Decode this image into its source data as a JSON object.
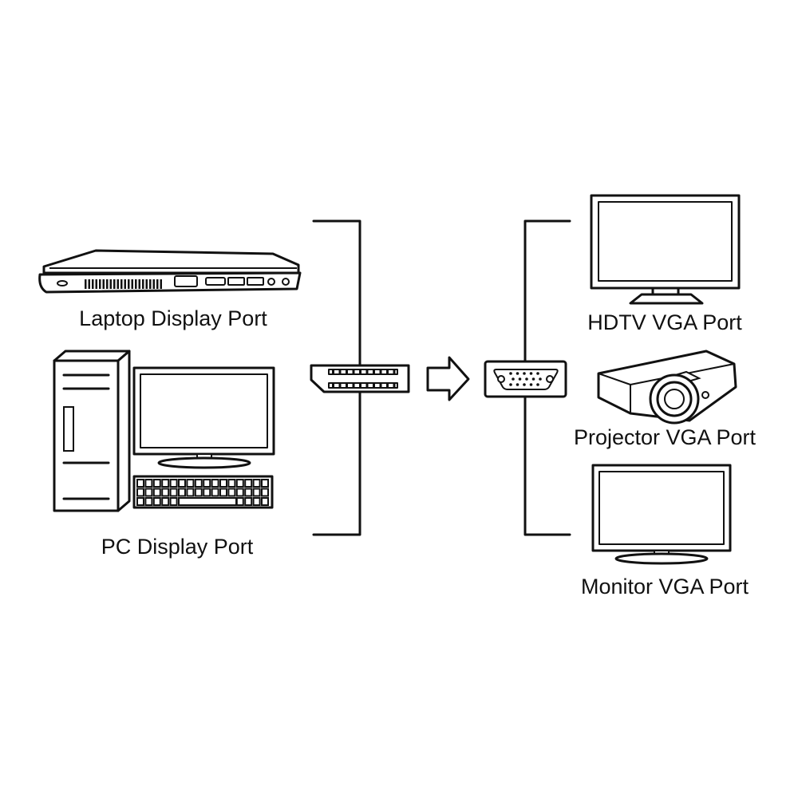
{
  "labels": {
    "laptop": "Laptop Display Port",
    "pc": "PC Display Port",
    "hdtv": "HDTV VGA Port",
    "projector": "Projector VGA Port",
    "monitor": "Monitor VGA Port"
  },
  "colors": {
    "line": "#111111",
    "background": "#ffffff"
  }
}
